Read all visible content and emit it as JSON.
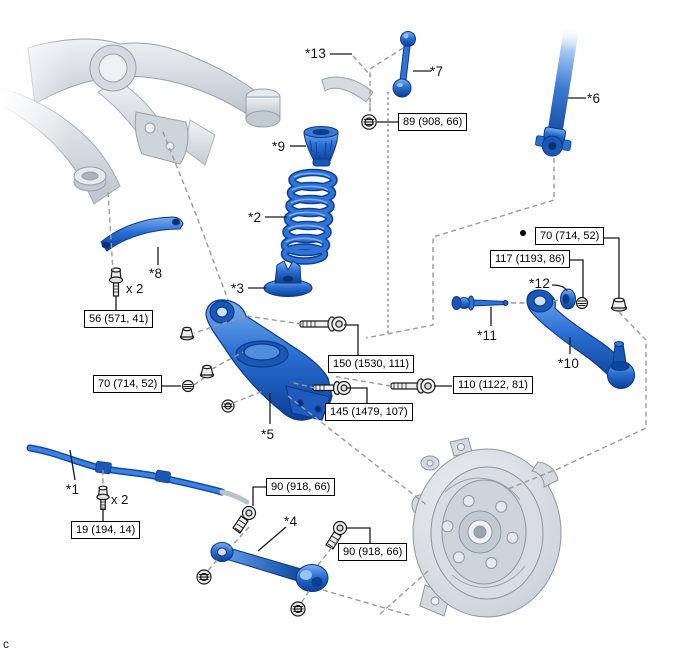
{
  "diagram": {
    "footnote": "c",
    "labels": {
      "l1": "*1",
      "l2": "*2",
      "l3": "*3",
      "l4": "*4",
      "l5": "*5",
      "l6": "*6",
      "l7": "*7",
      "l8": "*8",
      "l9": "*9",
      "l10": "*10",
      "l11": "*11",
      "l12": "*12",
      "l13": "*13"
    },
    "qty": {
      "a": "x 2",
      "b": "x 2"
    },
    "torque": {
      "t89": "89 (908, 66)",
      "t56": "56 (571, 41)",
      "t70_left": "70 (714, 52)",
      "t70_right": "70 (714, 52)",
      "t117": "117 (1193, 86)",
      "t150": "150 (1530, 111)",
      "t110": "110 (1122, 81)",
      "t145": "145 (1479, 107)",
      "t19": "19 (194, 14)",
      "t90_front": "90 (918, 66)",
      "t90_rear": "90 (918, 66)"
    },
    "colors": {
      "part_highlight_blue": "#2166c4",
      "part_dark_blue": "#0c3f96",
      "reference_gray": "#c9d0d8",
      "dashed_line": "#9a9a9a"
    }
  }
}
